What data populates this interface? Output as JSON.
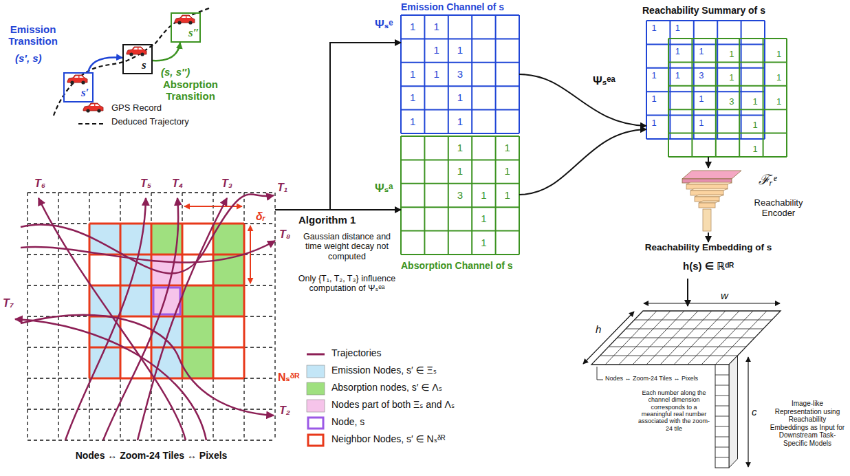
{
  "diagram": {
    "nodes": [
      {
        "text": [
          "s′"
        ]
      },
      {
        "text": [
          "s"
        ]
      },
      {
        "text": [
          "s″"
        ]
      },
      {
        "text": [
          "Ψₛᵉ",
          "Emission Channel of s"
        ]
      },
      {
        "text": [
          "Ψₛᵃ",
          "Absorption Channel of s"
        ]
      },
      {
        "text": [
          "Reachability Summary of s"
        ]
      },
      {
        "text": [
          "ℱᵣᵉ",
          "Reachability Encoder"
        ]
      },
      {
        "text": [
          "Reachability Embedding of s",
          "h(s) ∈ ℝᵈᴿ"
        ]
      },
      {
        "text": [
          "Image-like Representation using Reachability Embeddings as Input for Downstream Task-Specific Models"
        ]
      },
      {
        "text": [
          "Nodes ↔ Zoom-24 Tiles ↔ Pixels"
        ]
      }
    ],
    "edges": [
      {
        "from": 0,
        "to": 1,
        "arrow": "to"
      },
      {
        "from": 1,
        "to": 2,
        "arrow": "to"
      },
      {
        "from": 9,
        "to": 3,
        "arrow": "to"
      },
      {
        "from": 9,
        "to": 4,
        "arrow": "to"
      },
      {
        "from": 3,
        "to": 5,
        "arrow": "to"
      },
      {
        "from": 4,
        "to": 5,
        "arrow": "to"
      },
      {
        "from": 5,
        "to": 6,
        "arrow": "to"
      },
      {
        "from": 6,
        "to": 7,
        "arrow": "to"
      },
      {
        "from": 7,
        "to": 8,
        "arrow": "to"
      }
    ],
    "labels": [
      "Emission Transition",
      "(s′, s)",
      "(s, s″)",
      "Absorption Transition",
      "T₆",
      "T₅",
      "T₄",
      "T₃",
      "T₁",
      "T₈",
      "T₇",
      "T₂",
      "δᵣ",
      "Nₛᵟᴿ",
      "Algorithm 1",
      "Gaussian distance and time weight decay not computed",
      "Only {T₁, T₂, T₃} influence computation of Ψₛᵉᵃ",
      "Ψₛᵉᵃ",
      "w",
      "h",
      "c",
      "Nodes ↔ Zoom-24 Tiles ↔ Pixels",
      "Each number along the channel dimension corresponds to a meaningful real number associated with the zoom-24 tile",
      "1",
      "1",
      "1",
      "1",
      "1",
      "1",
      "3",
      "1",
      "1",
      "1",
      "1",
      "1",
      "1",
      "1",
      "1",
      "3",
      "1",
      "1",
      "1",
      "1",
      "1",
      "1",
      "1",
      "1",
      "1",
      "1",
      "3",
      "1",
      "1",
      "1",
      "1",
      "1",
      "1",
      "1",
      "1",
      "3",
      "1",
      "1",
      "1",
      "1"
    ],
    "legend": [
      {
        "text": "GPS Record"
      },
      {
        "text": "Deduced Trajectory"
      },
      {
        "text": "Trajectories"
      },
      {
        "text": "Emission Nodes, s′ ∈ Ξₛ",
        "color": "#c3e6f7"
      },
      {
        "text": "Absorption nodes, s′ ∈ Λₛ",
        "color": "#9fe07f"
      },
      {
        "text": "Nodes part of both Ξₛ and Λₛ",
        "color": "#f6c4ea"
      },
      {
        "text": "Node, s"
      },
      {
        "text": "Neighbor Nodes, s′ ∈ Nₛᵟᴿ"
      }
    ]
  }
}
